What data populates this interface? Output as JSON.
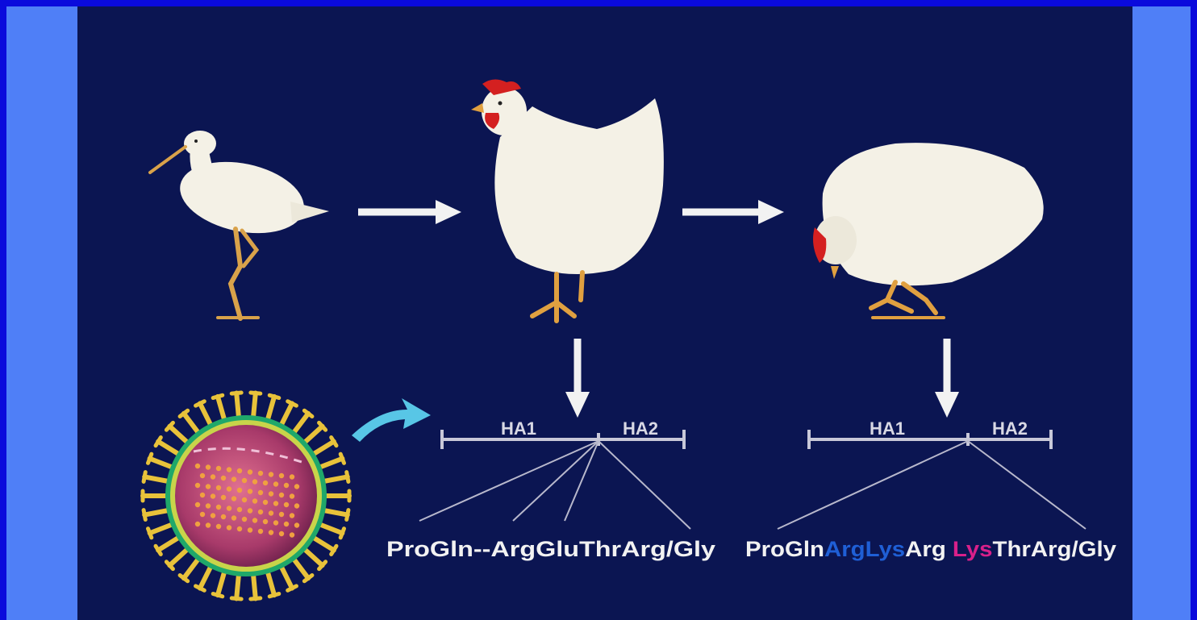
{
  "colors": {
    "frame": "#0a0adc",
    "side_band": "#4f7ff7",
    "panel": "#0b1552",
    "bird": "#f4f1e6",
    "leg": "#d9a24a",
    "comb": "#d42020",
    "arrow": "#f2f2f2",
    "line": "#c8c8d8",
    "curved_arrow": "#58c6e6",
    "seq_white": "#f2f2f2",
    "seq_blue": "#1f5fd6",
    "seq_magenta": "#d8208a",
    "virion_spike": "#e8c23a",
    "virion_ring": "#1fa86a",
    "virion_core": "#c04a7a"
  },
  "left_diagram": {
    "ha1_label": "HA1",
    "ha2_label": "HA2",
    "sequence": "ProGln--ArgGluThrArg/Gly"
  },
  "right_diagram": {
    "ha1_label": "HA1",
    "ha2_label": "HA2",
    "sequence_parts": [
      {
        "text": "ProGln",
        "color": "white"
      },
      {
        "text": "ArgLys",
        "color": "blue"
      },
      {
        "text": "Arg ",
        "color": "white"
      },
      {
        "text": "Lys",
        "color": "magenta"
      },
      {
        "text": "ThrArg/Gly",
        "color": "white"
      }
    ]
  },
  "icons": [
    "shorebird-icon",
    "healthy-chicken-icon",
    "sick-chicken-icon",
    "influenza-virion-icon"
  ]
}
